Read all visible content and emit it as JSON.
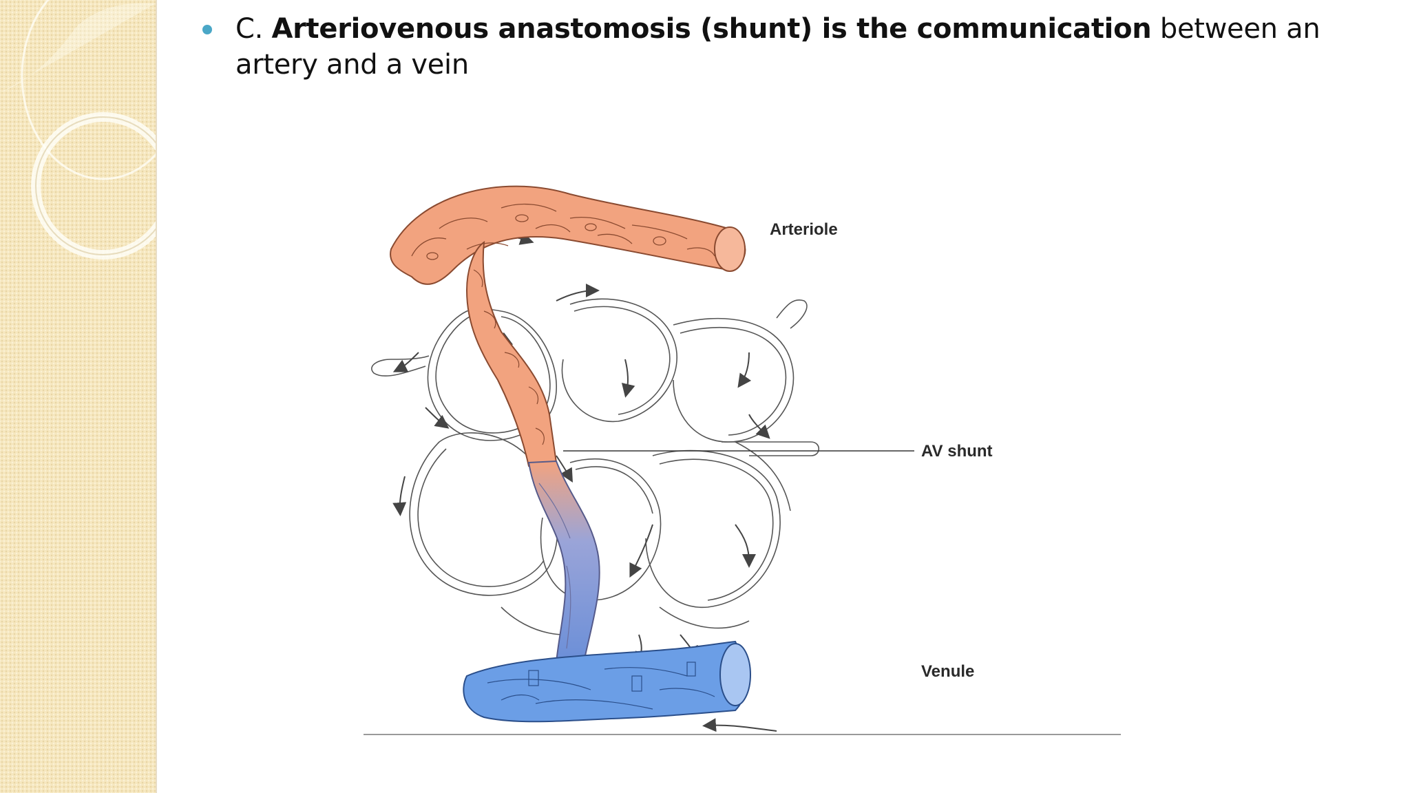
{
  "slide": {
    "bullet": {
      "prefix": "C.",
      "bold": "Arteriovenous anastomosis (shunt) is the communication",
      "rest": "between an artery and a vein"
    }
  },
  "diagram": {
    "labels": {
      "arteriole": "Arteriole",
      "av_shunt": "AV shunt",
      "venule": "Venule"
    },
    "colors": {
      "arteriole": "#f2a37f",
      "venule": "#6b9ee6",
      "shunt": "#8ba0d6",
      "bullet": "#4aa7c7",
      "sidebar": "#f6e7bf"
    }
  }
}
